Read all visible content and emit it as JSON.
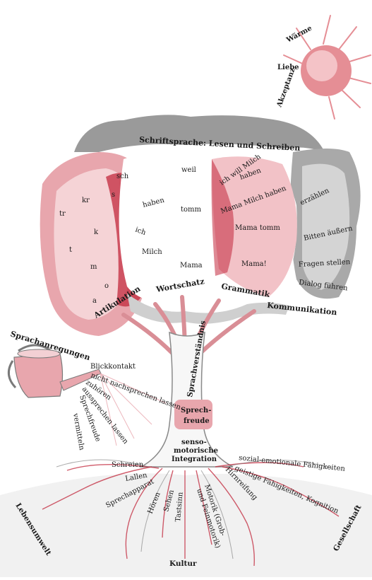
{
  "colors": {
    "pink": "#e8a6ad",
    "red": "#c2283c",
    "gray": "#8d8d8d",
    "sun": "#e58e95",
    "ground": "#eeeeee"
  },
  "sun": {
    "w1": "Wärme",
    "w2": "Liebe",
    "w3": "Akzeptanz"
  },
  "crown": {
    "title": "Schriftsprache: Lesen und Schreiben"
  },
  "artikulation": {
    "label": "Artikulation",
    "sounds": [
      "sch",
      "s",
      "kr",
      "k",
      "tr",
      "t",
      "m",
      "o",
      "a"
    ]
  },
  "wortschatz": {
    "label": "Wortschatz",
    "words": [
      "weil",
      "haben",
      "tomm",
      "ich",
      "Milch",
      "Mama"
    ]
  },
  "grammatik": {
    "label": "Grammatik",
    "phrases": [
      "ich will Milch",
      "haben",
      "Mama Milch haben",
      "Mama tomm",
      "Mama!"
    ]
  },
  "kommunikation": {
    "label": "Kommunikation",
    "items": [
      "erzählen",
      "Bitten äußern",
      "Fragen stellen",
      "Dialog führen"
    ]
  },
  "trunk": {
    "sv": "Sprachverständnis",
    "sf1": "Sprech-",
    "sf2": "freude",
    "si1": "senso-",
    "si2": "motorische",
    "si3": "Integration"
  },
  "can": {
    "title": "Sprachanregungen",
    "items": [
      "Blickkontakt",
      "nicht nachsprechen lassen",
      "zuhören",
      "aussprechen lassen",
      "Sprechfreude",
      "vermitteln"
    ]
  },
  "roots": {
    "items": [
      "Schreien",
      "Lallen",
      "Sprechapparat",
      "Hören",
      "Sehen",
      "Tastsinn",
      "Motorik (Grob-",
      "und Feinmotorik)",
      "Hirnreifung",
      "geistige Fähigkeiten, Kognition",
      "sozial-emotionale Fähigkeiten"
    ]
  },
  "ground": {
    "left": "Lebensumwelt",
    "bottom": "Kultur",
    "right": "Gesellschaft"
  }
}
